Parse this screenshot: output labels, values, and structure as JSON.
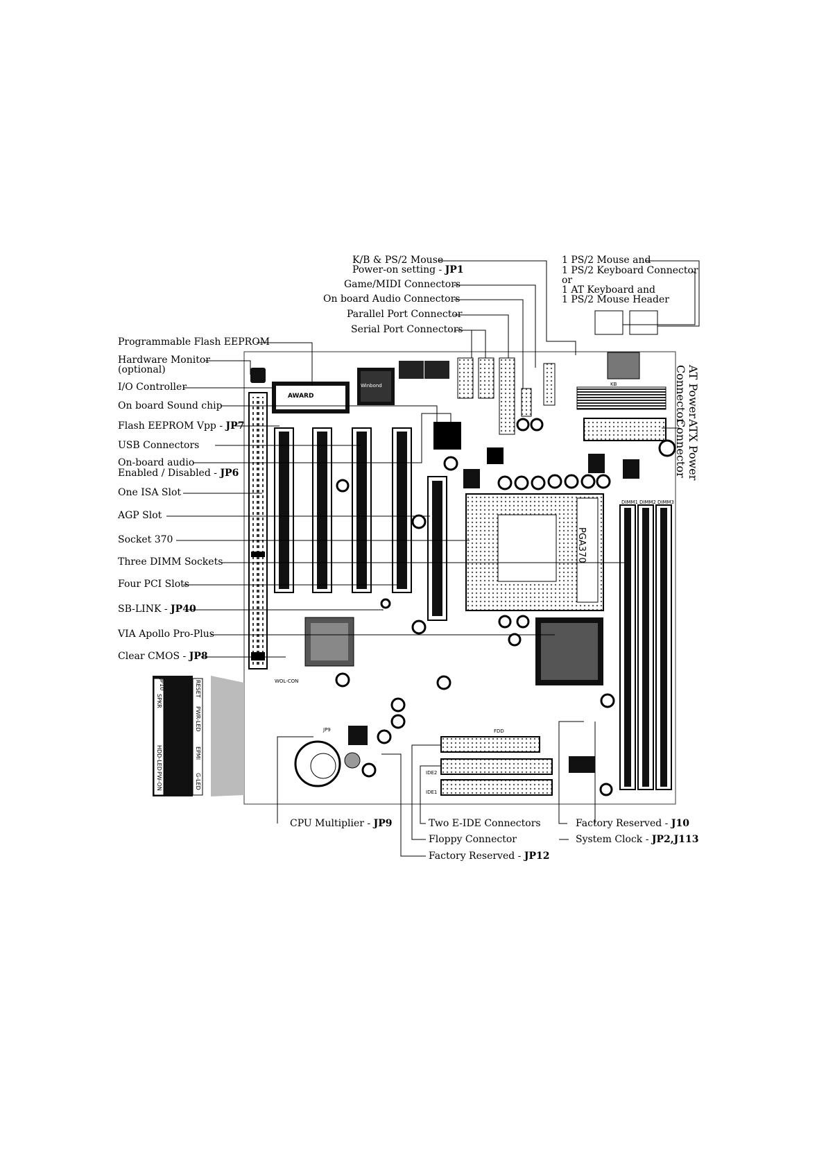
{
  "labels_left": {
    "flash_eeprom": "Programmable Flash EEPROM",
    "hw_monitor_1": "Hardware Monitor",
    "hw_monitor_2": "(optional)",
    "io_controller": "I/O Controller",
    "sound_chip": "On board Sound chip",
    "flash_vpp": "Flash EEPROM Vpp - ",
    "flash_vpp_jp": "JP7",
    "usb": "USB Connectors",
    "onboard_audio_1": "On-board audio",
    "onboard_audio_2": "Enabled / Disabled - ",
    "onboard_audio_jp": "JP6",
    "isa_slot": "One ISA Slot",
    "agp_slot": "AGP Slot",
    "socket370": "Socket 370",
    "dimm": "Three DIMM Sockets",
    "pci": "Four PCI Slots",
    "sblink": "SB-LINK - ",
    "sblink_jp": "JP40",
    "via_apollo": "VIA Apollo Pro-Plus",
    "clear_cmos": "Clear CMOS - ",
    "clear_cmos_jp": "JP8"
  },
  "labels_top": {
    "kb_mouse_1": "K/B & PS/2 Mouse",
    "kb_mouse_2": "Power-on setting - ",
    "kb_mouse_jp": "JP1",
    "game_midi": "Game/MIDI Connectors",
    "audio_conn": "On board Audio Connectors",
    "parallel": "Parallel Port Connector",
    "serial": "Serial Port Connectors",
    "ps2_1": "1 PS/2 Mouse and",
    "ps2_2": "1 PS/2 Keyboard Connector",
    "ps2_3": "or",
    "ps2_4": "1 AT Keyboard and",
    "ps2_5": "1 PS/2 Mouse Header"
  },
  "labels_right": {
    "at_power_1": "AT Power",
    "at_power_2": "Connector",
    "atx_power_1": "ATX Power",
    "atx_power_2": "Connector"
  },
  "labels_bottom": {
    "cpu_mult": "CPU Multiplier - ",
    "cpu_mult_jp": "JP9",
    "eide": "Two E-IDE Connectors",
    "floppy": "Floppy Connector",
    "jp12": "Factory Reserved - ",
    "jp12_jp": "JP12",
    "j10": "Factory Reserved - ",
    "j10_jp": "J10",
    "sysclk": "System Clock - ",
    "sysclk_jp": "JP2,J113"
  },
  "panel": {
    "jp10": "JP10",
    "spkr": "SPKR",
    "reset": "RESET",
    "pwr_led": "PWR-LED",
    "hdd_led": "HDD-LED",
    "epmi": "EPMI",
    "pw_on": "PW-ON",
    "gled": "G-LED"
  },
  "board_text": {
    "award": "AWARD",
    "winbond": "Winbond",
    "pga370": "PGA370",
    "fdd": "FDD",
    "ide1": "IDE1",
    "ide2": "IDE2",
    "kb": "KB",
    "jp9": "JP9",
    "wol": "WOL-CON",
    "dimm1": "DIMM1",
    "dimm2": "DIMM2",
    "dimm3": "DIMM3"
  }
}
